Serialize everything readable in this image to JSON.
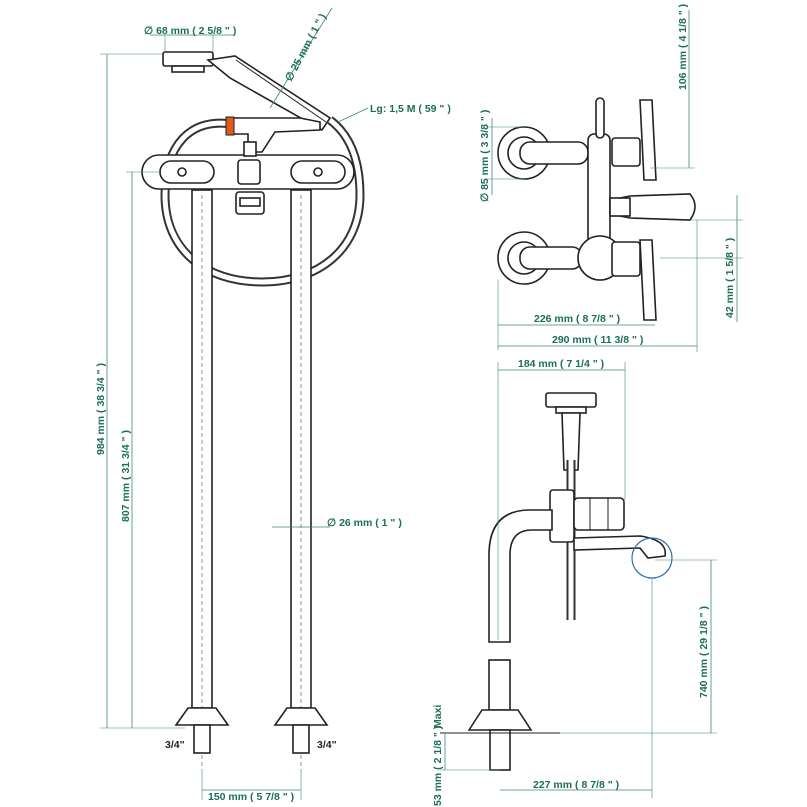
{
  "front_view": {
    "handshower_diameter": "∅  68 mm ( 2 5/8 \" )",
    "hose_diameter": "∅  25 mm ( 1 \" )",
    "hose_length": "Lg: 1,5 M ( 59 \" )",
    "total_height": "984 mm ( 38 3/4 \" )",
    "column_height": "807 mm ( 31 3/4 \" )",
    "pipe_diameter": "∅  26 mm ( 1 \" )",
    "thread_left": "3/4\"",
    "thread_right": "3/4\"",
    "center_distance": "150 mm ( 5 7/8 \" )"
  },
  "top_view": {
    "rosette_diameter": "∅  85 mm ( 3 3/8 \" )",
    "handle_height": "106 mm ( 4 1/8 \" )",
    "offset": "42 mm ( 1 5/8 \" )",
    "depth_inner": "226 mm ( 8 7/8 \" )",
    "depth_total": "290 mm ( 11 3/8 \" )"
  },
  "side_view": {
    "width": "184 mm ( 7 1/4 \" )",
    "spout_height": "740 mm ( 29 1/8 \" )",
    "maxi_label": "Maxi",
    "floor_depth": "53 mm ( 2 1/8 \" )",
    "spout_reach": "227 mm ( 8 7/8 \" )"
  },
  "colors": {
    "dimension": "#1a6e5a",
    "outline": "#222222"
  }
}
